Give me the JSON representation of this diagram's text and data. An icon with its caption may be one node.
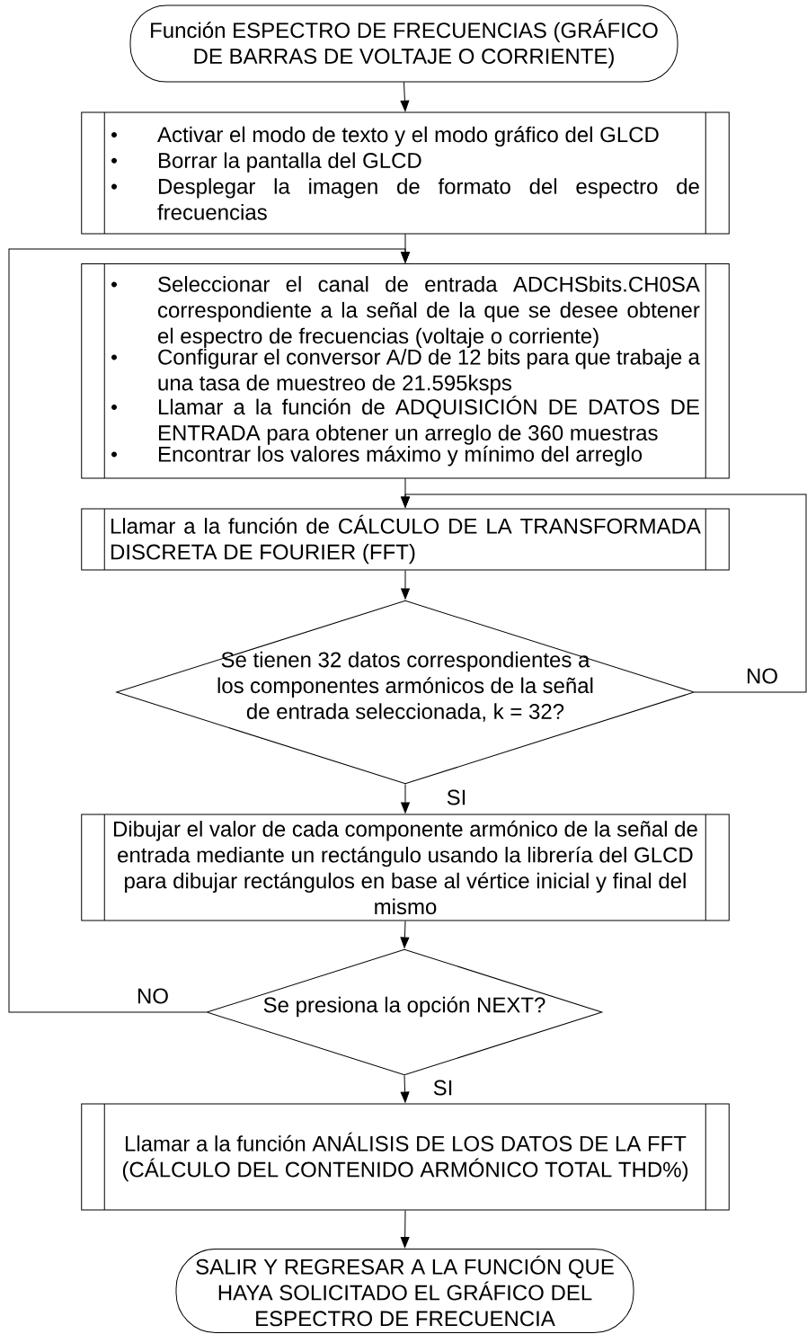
{
  "diagram": {
    "nodes": [
      {
        "text": [
          "Función ESPECTRO DE FRECUENCIAS (GRÁFICO DE BARRAS DE VOLTAJE O CORRIENTE)"
        ]
      },
      {
        "text": [
          "Activar el modo de texto y el modo gráfico del GLCD",
          "Borrar la pantalla del GLCD",
          "Desplegar la imagen de formato del espectro de frecuencias"
        ]
      },
      {
        "text": [
          "Seleccionar el canal de entrada ADCHSbits.CH0SA correspondiente a la señal de la que se desee obtener el espectro de frecuencias (voltaje o corriente)",
          "Configurar el conversor A/D de 12 bits para que trabaje a una tasa de muestreo de 21.595ksps",
          "Llamar a la función de ADQUISICIÓN DE DATOS DE ENTRADA para obtener un arreglo de 360 muestras",
          "Encontrar los valores máximo y mínimo del arreglo"
        ]
      },
      {
        "text": [
          "Llamar a la función de CÁLCULO DE LA TRANSFORMADA DISCRETA DE FOURIER (FFT)"
        ]
      },
      {
        "text": [
          "Se tienen 32 datos correspondientes a los componentes armónicos de la señal de entrada seleccionada, k = 32?"
        ]
      },
      {
        "text": [
          "Dibujar el valor de cada componente armónico de la señal de entrada mediante un rectángulo usando la librería del GLCD para dibujar rectángulos en base al vértice inicial y final del mismo"
        ]
      },
      {
        "text": [
          "Se presiona la opción NEXT?"
        ]
      },
      {
        "text": [
          "Llamar a la función ANÁLISIS DE LOS DATOS DE LA FFT (CÁLCULO DEL CONTENIDO ARMÓNICO TOTAL THD%)"
        ]
      },
      {
        "text": [
          "SALIR Y REGRESAR A LA FUNCIÓN QUE HAYA SOLICITADO EL GRÁFICO DEL ESPECTRO DE FRECUENCIA"
        ]
      }
    ],
    "edges": [
      {
        "from": 0,
        "to": 1,
        "arrow": "to"
      },
      {
        "from": 1,
        "to": 2,
        "arrow": "to"
      },
      {
        "from": 2,
        "to": 3,
        "arrow": "to"
      },
      {
        "from": 3,
        "to": 4,
        "arrow": "to"
      },
      {
        "from": 4,
        "to": 5,
        "arrow": "to",
        "label": "SI"
      },
      {
        "from": 5,
        "to": 6,
        "arrow": "to"
      },
      {
        "from": 6,
        "to": 7,
        "arrow": "to",
        "label": "SI"
      },
      {
        "from": 7,
        "to": 8,
        "arrow": "to"
      },
      {
        "from": 4,
        "to": 3,
        "arrow": "to",
        "label": "NO"
      },
      {
        "from": 6,
        "to": 2,
        "arrow": "to",
        "label": "NO"
      }
    ]
  }
}
